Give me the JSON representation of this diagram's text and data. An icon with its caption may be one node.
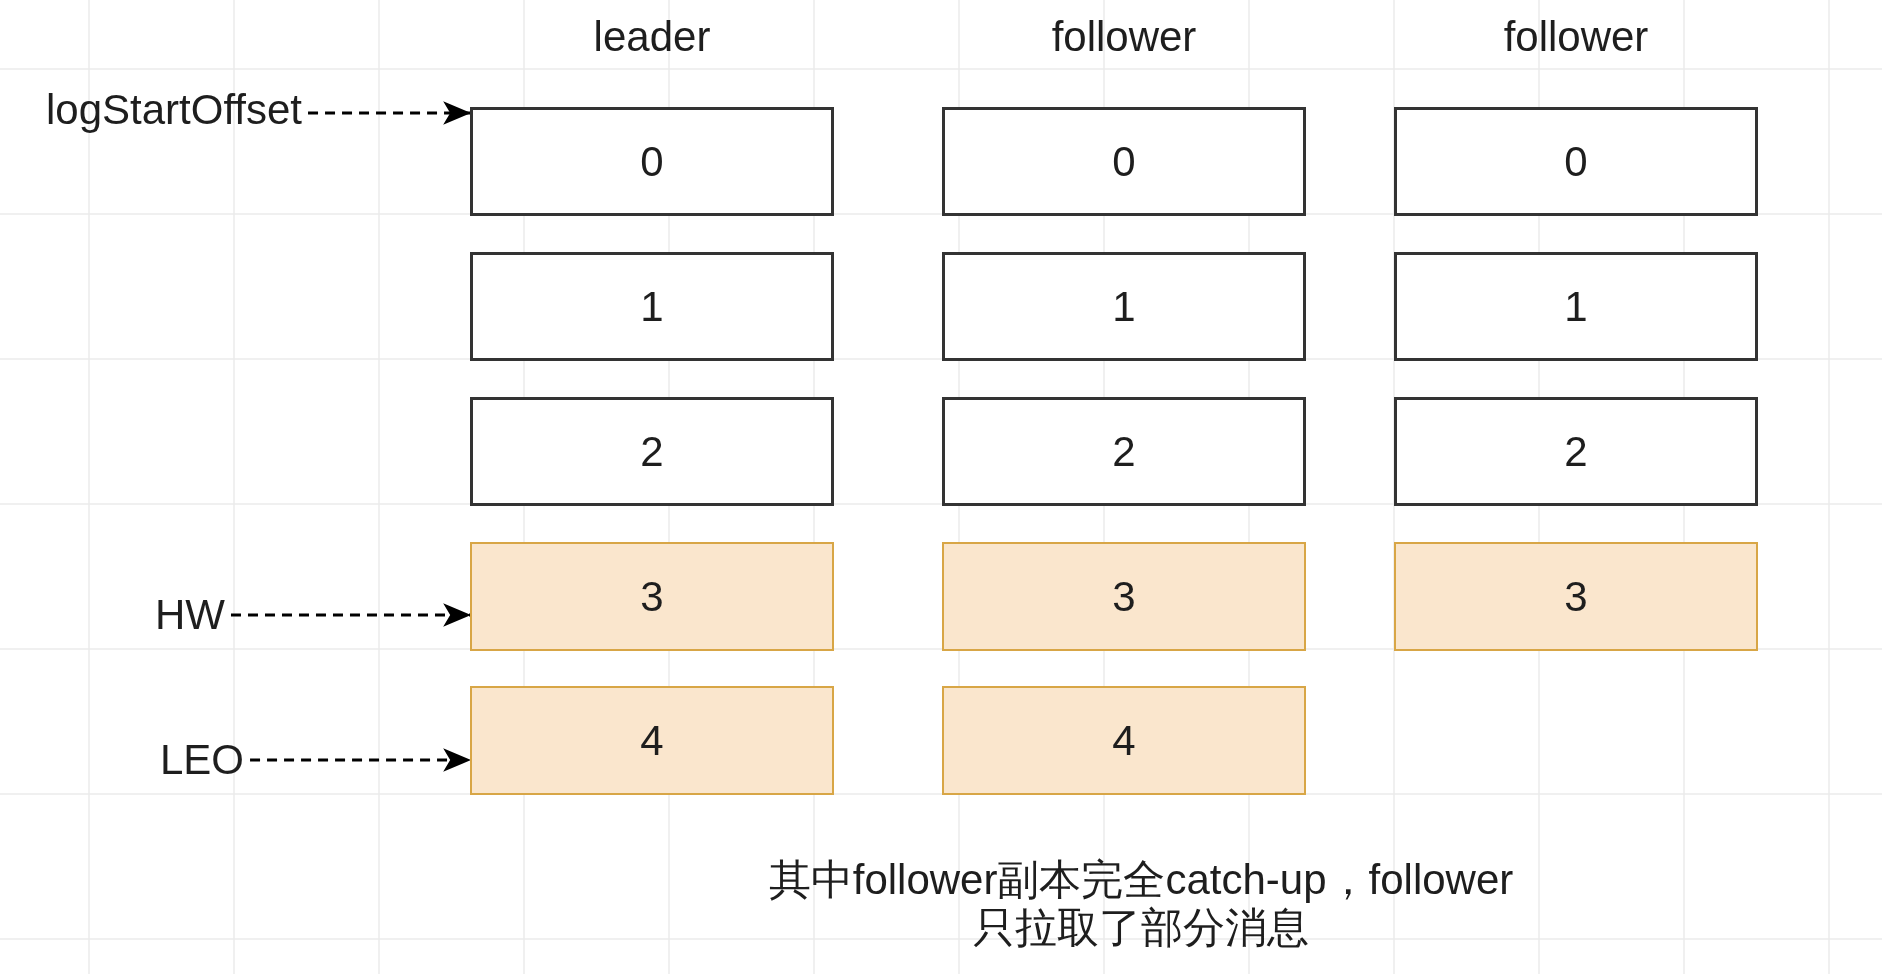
{
  "diagram": {
    "caption": "其中follower副本完全catch-up，follower只拉取了部分消息",
    "nodes": [
      {
        "text": [
          "logStartOffset"
        ]
      },
      {
        "text": [
          "0"
        ]
      },
      {
        "text": [
          "0"
        ]
      },
      {
        "text": [
          "0"
        ]
      },
      {
        "text": [
          "1"
        ]
      },
      {
        "text": [
          "1"
        ]
      },
      {
        "text": [
          "1"
        ]
      },
      {
        "text": [
          "2"
        ]
      },
      {
        "text": [
          "2"
        ]
      },
      {
        "text": [
          "2"
        ]
      },
      {
        "text": [
          "HW"
        ]
      },
      {
        "text": [
          "3"
        ]
      },
      {
        "text": [
          "3"
        ]
      },
      {
        "text": [
          "3"
        ]
      },
      {
        "text": [
          "LEO"
        ]
      },
      {
        "text": [
          "4"
        ]
      },
      {
        "text": [
          "4"
        ]
      }
    ],
    "edges": [
      {
        "from": 0,
        "to": 1,
        "arrow": "to",
        "style": "dashed"
      },
      {
        "from": 10,
        "to": 11,
        "arrow": "to",
        "style": "dashed"
      },
      {
        "from": 14,
        "to": 15,
        "arrow": "to",
        "style": "dashed"
      }
    ],
    "labels": [
      "leader",
      "follower",
      "follower"
    ]
  }
}
